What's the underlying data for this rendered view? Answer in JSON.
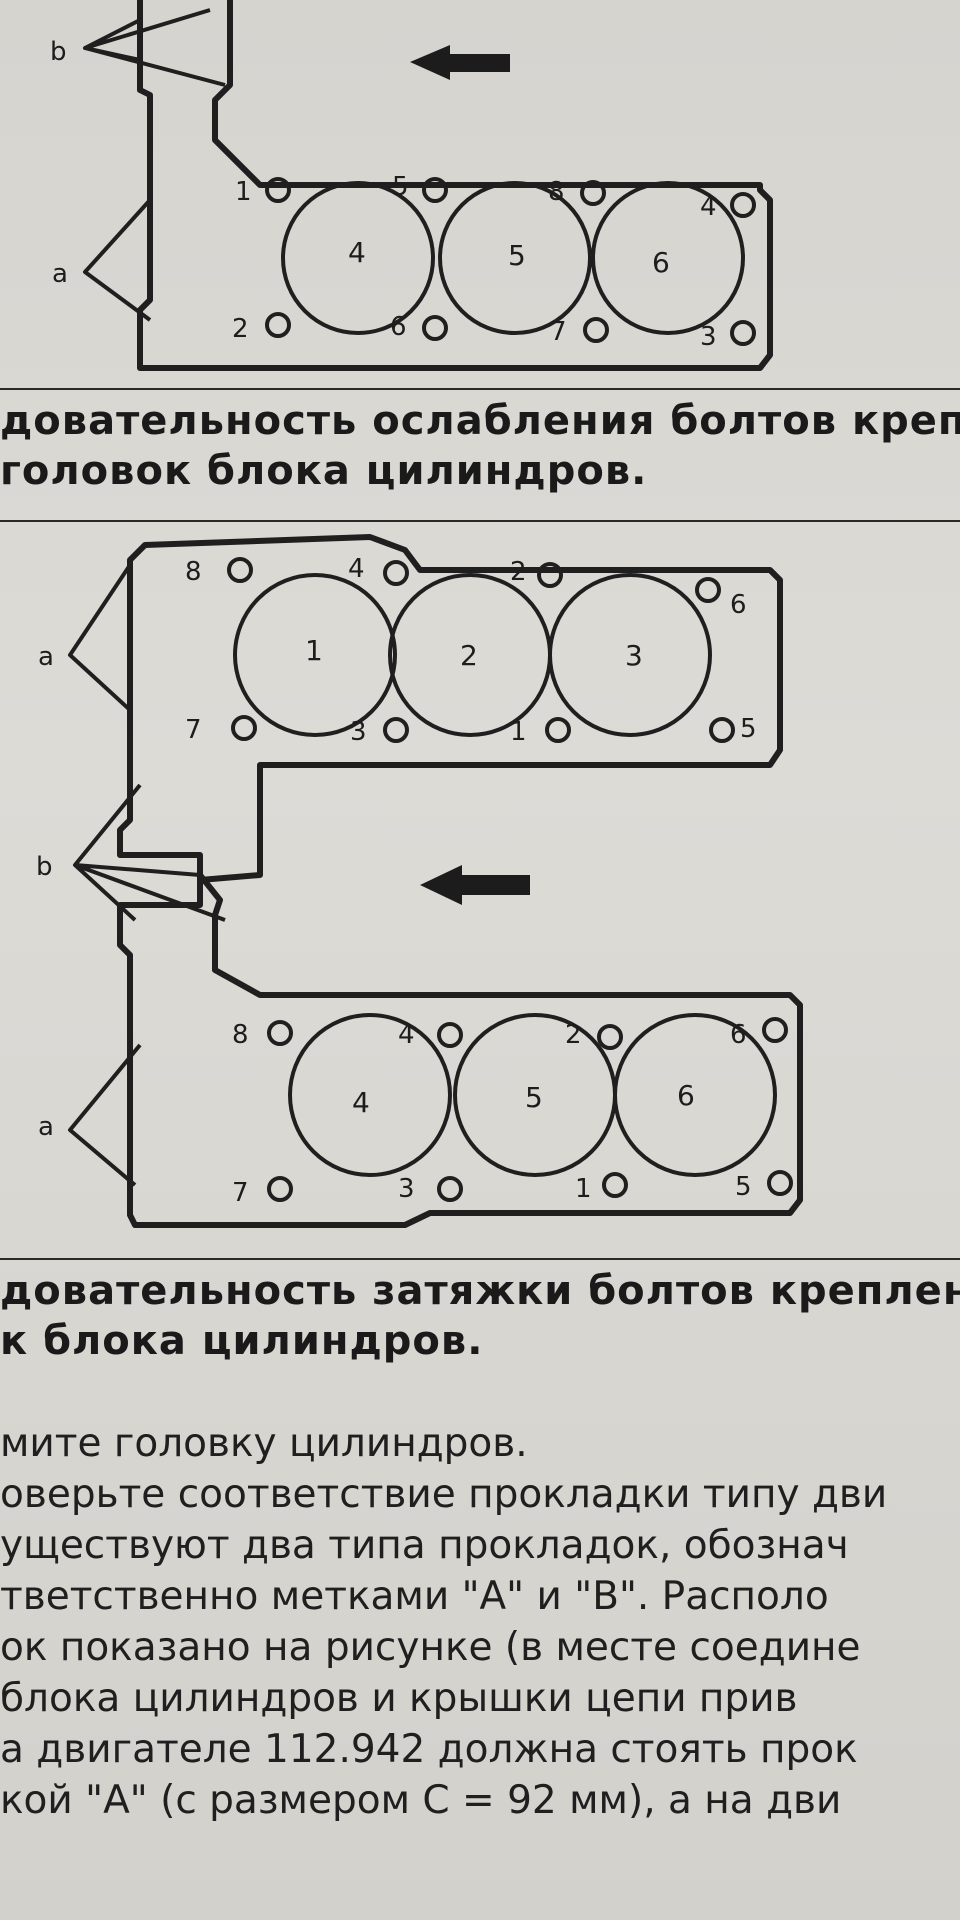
{
  "figure_top": {
    "side_labels": [
      "b",
      "a"
    ],
    "cylinders": [
      "4",
      "5",
      "6"
    ],
    "bolt_numbers": [
      "1",
      "2",
      "5",
      "6",
      "8",
      "7",
      "4",
      "3"
    ]
  },
  "caption_top": {
    "line1": "довательность  ослабления  болтов  креп-",
    "line2": "головок блока цилиндров."
  },
  "figure_bottom": {
    "upper_bank": {
      "cylinders": [
        "1",
        "2",
        "3"
      ],
      "bolt_numbers": [
        "8",
        "7",
        "4",
        "3",
        "2",
        "1",
        "6",
        "5"
      ]
    },
    "lower_bank": {
      "cylinders": [
        "4",
        "5",
        "6"
      ],
      "bolt_numbers": [
        "8",
        "7",
        "4",
        "3",
        "2",
        "1",
        "6",
        "5"
      ]
    },
    "side_labels": [
      "a",
      "b",
      "a"
    ]
  },
  "caption_bottom": {
    "line1": "довательность затяжки болтов креплен",
    "line2": "к блока цилиндров."
  },
  "body": {
    "lines": [
      "мите головку цилиндров.",
      "оверьте  соответствие  прокладки  типу  дви",
      "уществуют  два  типа  прокладок,  обознач",
      "тветственно  метками  \"А\"  и  \"В\".  Располо",
      "ок показано на рисунке (в месте соедине",
      " блока  цилиндров  и  крышки  цепи  прив",
      "а двигателе 112.942 должна стоять прок",
      "кой \"А\" (с размером С = 92 мм), а на дви"
    ]
  }
}
